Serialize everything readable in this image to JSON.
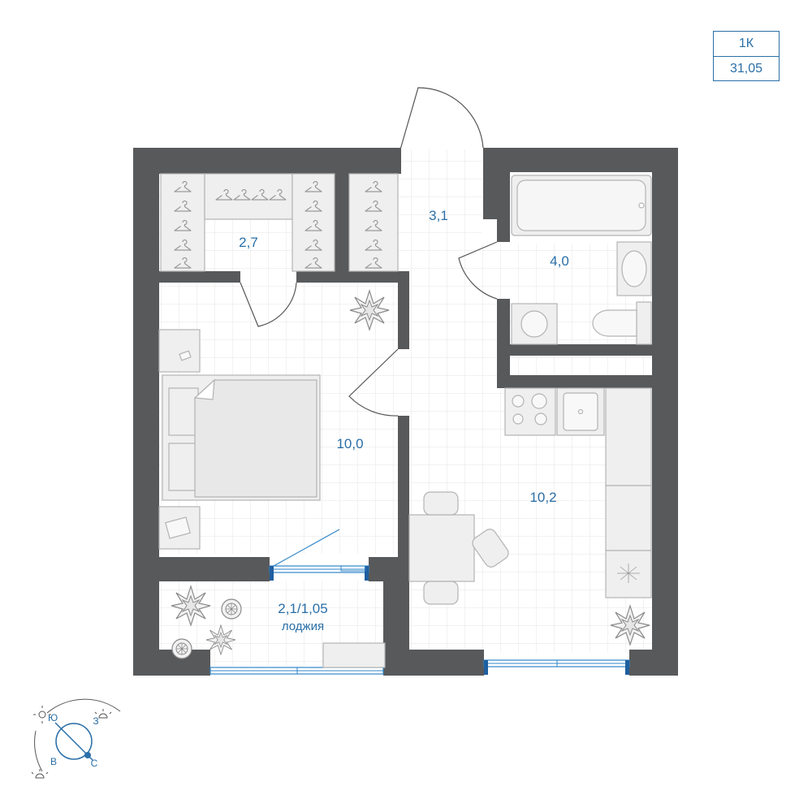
{
  "apartment": {
    "type": "1К",
    "total_area": "31,05"
  },
  "rooms": {
    "hall": "3,1",
    "wardrobe": "2,7",
    "bathroom": "4,0",
    "bedroom": "10,0",
    "kitchen": "10,2",
    "loggia_area": "2,1/1,05",
    "loggia_label": "лоджия"
  },
  "compass": {
    "letters": [
      "Ю",
      "З",
      "В",
      "С"
    ]
  },
  "colors": {
    "wall": "#58595b",
    "accent": "#2a6fa8",
    "window": "#2f86c9",
    "furniture_fill": "#efefef",
    "furniture_stroke": "#b3b3b3",
    "grid": "#e4e4e4"
  }
}
